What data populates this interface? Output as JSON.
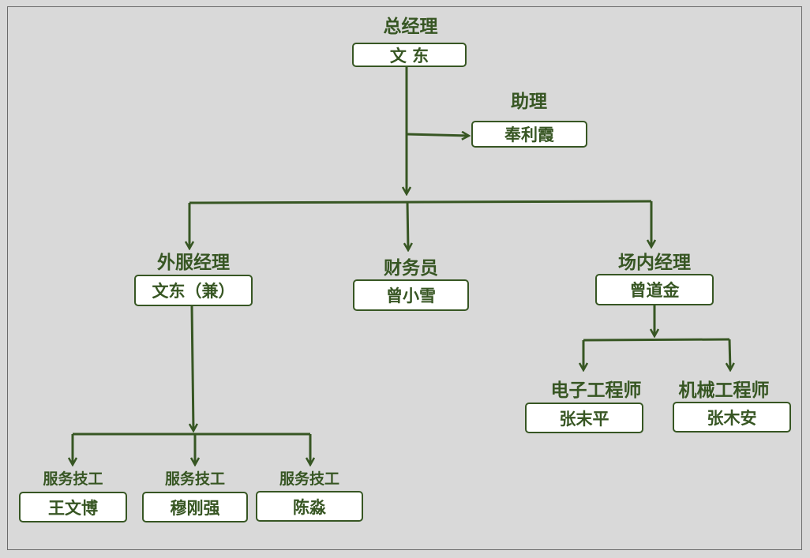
{
  "colors": {
    "background": "#d9d9d9",
    "accent": "#375623",
    "box_fill": "#ffffff",
    "frame": "#6b6b6b"
  },
  "nodes": {
    "gm": {
      "role": "总经理",
      "name": "文 东"
    },
    "assistant": {
      "role": "助理",
      "name": "奉利霞"
    },
    "field_mgr": {
      "role": "外服经理",
      "name": "文东（兼）"
    },
    "finance": {
      "role": "财务员",
      "name": "曾小雪"
    },
    "onsite_mgr": {
      "role": "场内经理",
      "name": "曾道金"
    },
    "tech1": {
      "role": "服务技工",
      "name": "王文博"
    },
    "tech2": {
      "role": "服务技工",
      "name": "穆刚强"
    },
    "tech3": {
      "role": "服务技工",
      "name": "陈淼"
    },
    "elec_eng": {
      "role": "电子工程师",
      "name": "张末平"
    },
    "mech_eng": {
      "role": "机械工程师",
      "name": "张木安"
    }
  }
}
